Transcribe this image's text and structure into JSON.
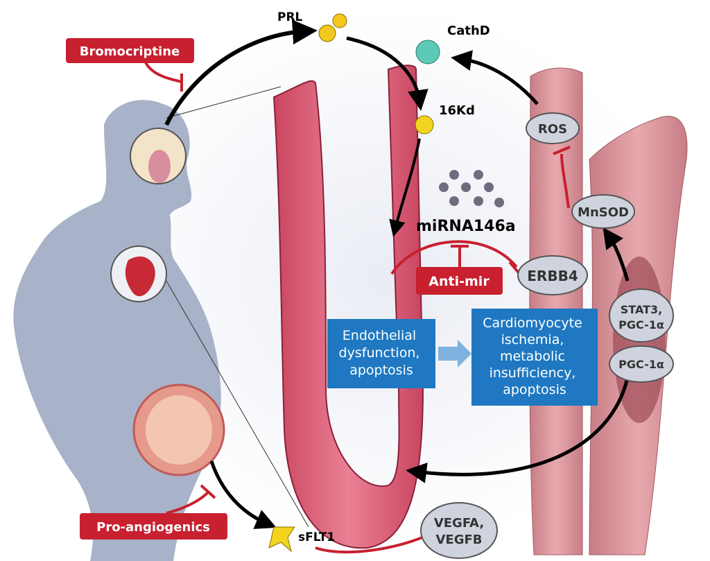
{
  "inhibitors": {
    "bromocriptine": "Bromocriptine",
    "anti_mir": "Anti-mir",
    "pro_angiogenics": "Pro-angiogenics"
  },
  "molecules": {
    "prl": "PRL",
    "cathd": "CathD",
    "kd16": "16Kd",
    "mirna": "miRNA146a",
    "sflt1": "sFLT1"
  },
  "nodes": {
    "ros": "ROS",
    "mnsod": "MnSOD",
    "erbb4": "ERBB4",
    "stat3": [
      "STAT3,",
      "PGC-1α"
    ],
    "pgc1a": "PGC-1α",
    "vegf": [
      "VEGFA,",
      "VEGFB"
    ]
  },
  "boxes": {
    "endothelial": [
      "Endothelial",
      "dysfunction,",
      "apoptosis"
    ],
    "cardiomyocyte": [
      "Cardiomyocyte",
      "ischemia,",
      "metabolic",
      "insufficiency,",
      "apoptosis"
    ]
  },
  "colors": {
    "red": "#c8202f",
    "blue": "#1f78c1",
    "node": "#cfd3de",
    "vessel": "#e0677c",
    "silhouette": "#a8b2c8"
  }
}
